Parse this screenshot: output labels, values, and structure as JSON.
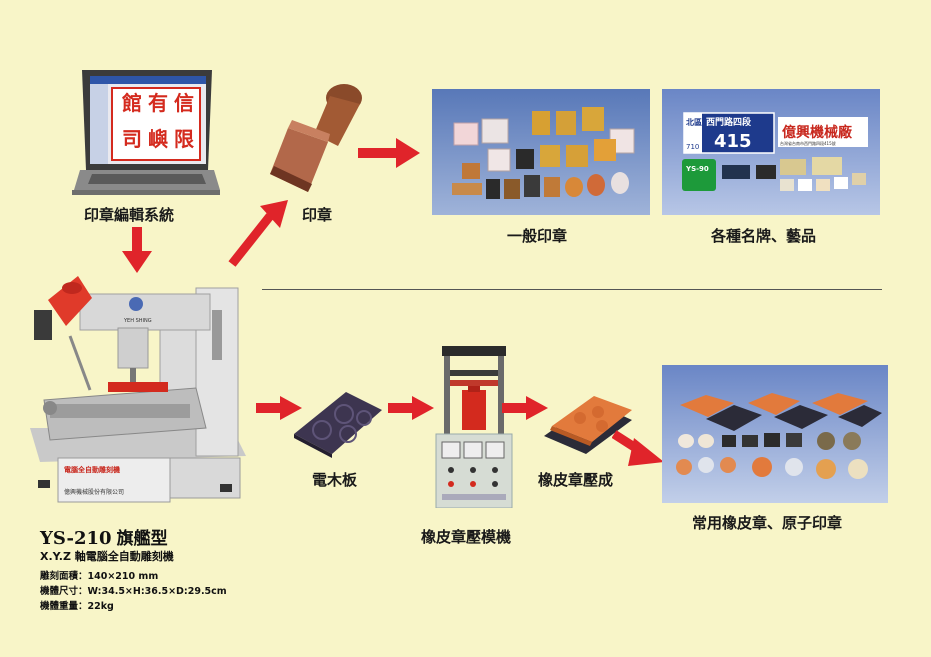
{
  "nodes": {
    "edit_system": "印章編輯系統",
    "stamp": "印章",
    "general_stamps": "一般印章",
    "nameplates": "各種名牌、藝品",
    "bakelite": "電木板",
    "rubber_press_machine": "橡皮章壓模機",
    "rubber_pressed": "橡皮章壓成",
    "common_stamps": "常用橡皮章、原子印章"
  },
  "laptop_screen_chars": [
    "信",
    "有",
    "館",
    "司",
    "嶼",
    "限"
  ],
  "nameplate_sign": {
    "district": "北區",
    "road": "西門路四段",
    "number": "415",
    "code": "710",
    "company": "億興機械廠",
    "company_small": "台灣省台南市西門路四段415號",
    "plate_code": "YS-90"
  },
  "machine": {
    "brand_small": "YEH SHING",
    "plate_text": "電腦全自動雕刻機",
    "plate_text2": "億興機械股份有限公司",
    "model": "YS-210",
    "model_suffix": "旗艦型",
    "subtitle": "X.Y.Z 軸電腦全自動雕刻機",
    "specs": [
      "雕刻面積：140×210 mm",
      "機體尺寸：W:34.5×H:36.5×D:29.5cm",
      "機體重量：22kg"
    ]
  },
  "colors": {
    "background": "#f8f5c8",
    "arrow": "#e0242a",
    "photo_bg": "#6a89c6",
    "stamp_red": "#d32a1e",
    "rubber_orange": "#e27a3c"
  }
}
